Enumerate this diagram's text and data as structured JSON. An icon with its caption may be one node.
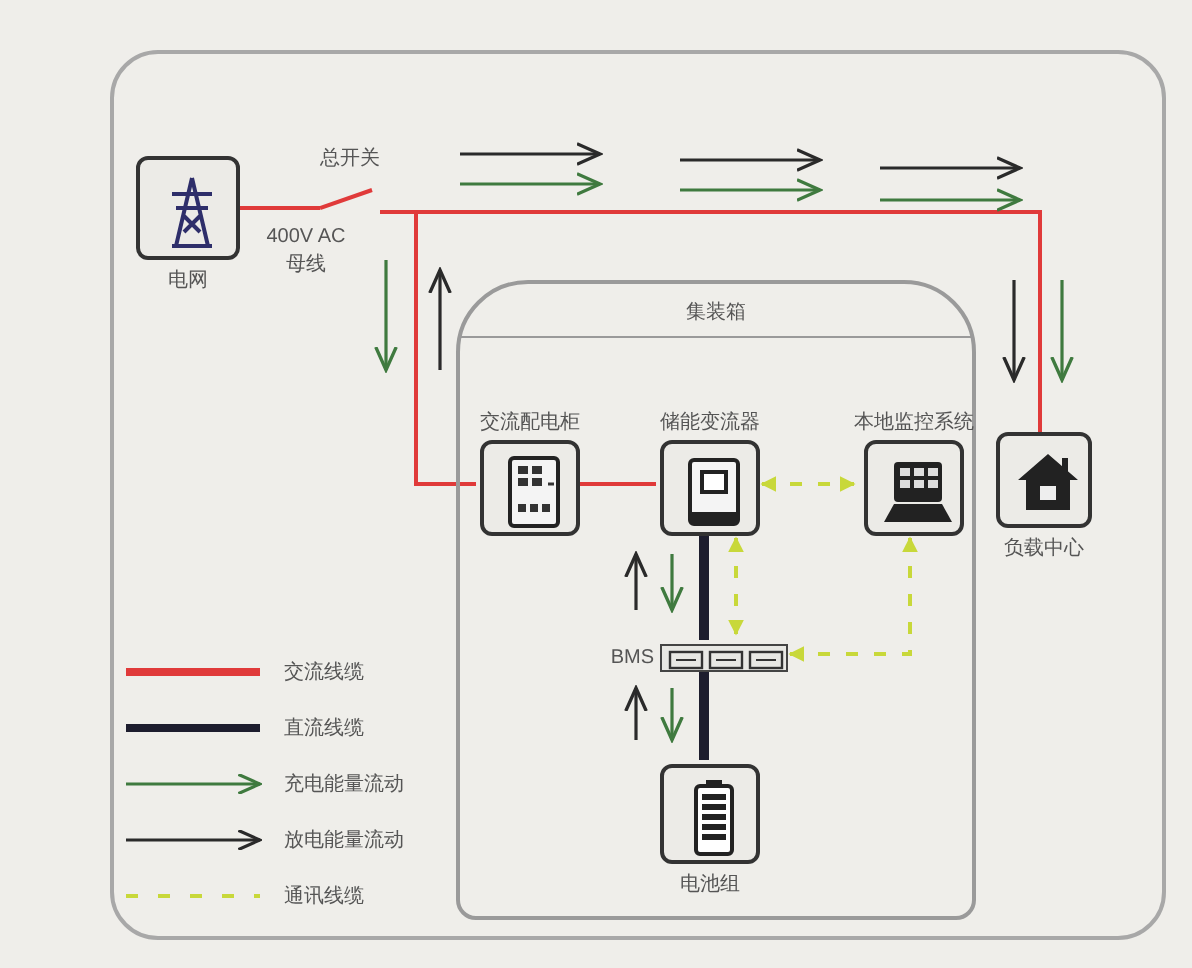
{
  "diagram": {
    "nodes": [
      {
        "text": [
          "电网"
        ]
      },
      {
        "text": [
          "总开关"
        ]
      },
      {
        "text": [
          "集装箱"
        ]
      },
      {
        "text": [
          "交流配电柜"
        ],
        "in": 2
      },
      {
        "text": [
          "储能变流器"
        ],
        "in": 2
      },
      {
        "text": [
          "本地监控系统"
        ],
        "in": 2
      },
      {
        "text": [
          "BMS"
        ],
        "in": 2
      },
      {
        "text": [
          "电池组"
        ],
        "in": 2
      },
      {
        "text": [
          "负载中心"
        ]
      }
    ],
    "edges": [
      {
        "from": 0,
        "to": 1,
        "arrow": "none",
        "color": "#e03a3a"
      },
      {
        "from": 1,
        "to": 3,
        "arrow": "none",
        "color": "#e03a3a"
      },
      {
        "from": 1,
        "to": 8,
        "arrow": "none",
        "color": "#e03a3a"
      },
      {
        "from": 3,
        "to": 4,
        "arrow": "none",
        "color": "#e03a3a"
      },
      {
        "from": 4,
        "to": 6,
        "arrow": "none",
        "style": "thick",
        "color": "#1d1d2e"
      },
      {
        "from": 6,
        "to": 7,
        "arrow": "none",
        "style": "thick",
        "color": "#1d1d2e"
      },
      {
        "from": 4,
        "to": 5,
        "arrow": "both",
        "style": "dashed",
        "color": "#c8d83a"
      },
      {
        "from": 4,
        "to": 6,
        "arrow": "both",
        "style": "dashed",
        "color": "#c8d83a"
      },
      {
        "from": 5,
        "to": 6,
        "arrow": "both",
        "style": "dashed",
        "color": "#c8d83a"
      }
    ],
    "labels": [
      "400V AC 母线"
    ],
    "legend": [
      {
        "text": "交流线缆"
      },
      {
        "text": "直流线缆"
      },
      {
        "text": "充电能量流动"
      },
      {
        "text": "放电能量流动"
      },
      {
        "text": "通讯线缆"
      }
    ]
  }
}
